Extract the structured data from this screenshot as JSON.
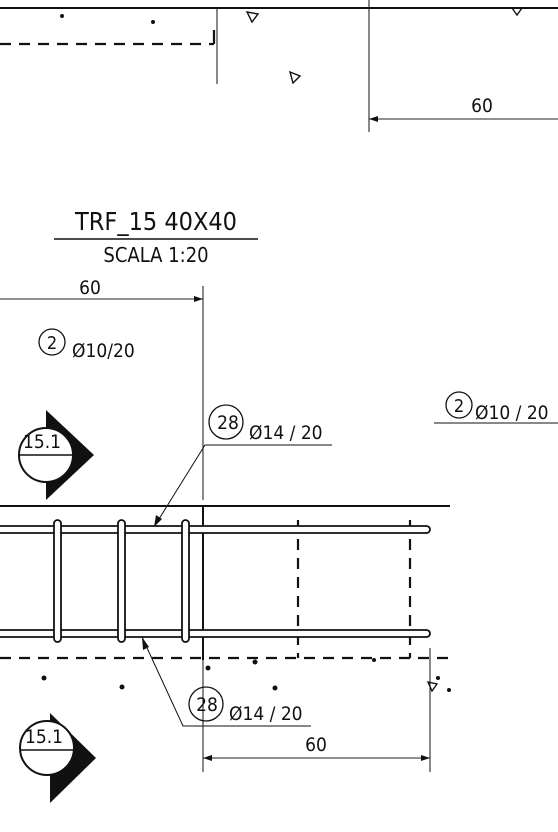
{
  "detail": {
    "title": "TRF_15 40X40",
    "scale": "SCALA 1:20"
  },
  "dimensions": {
    "top_right": "60",
    "upper_left": "60",
    "lower": "60"
  },
  "rebar_marks": {
    "stirrup_left": {
      "number": "2",
      "spec": "Ø10/20"
    },
    "stirrup_right": {
      "number": "2",
      "spec": "Ø10 / 20"
    },
    "bar_top": {
      "number": "28",
      "spec": "Ø14 / 20"
    },
    "bar_bottom": {
      "number": "28",
      "spec": "Ø14 / 20"
    }
  },
  "section_markers": {
    "upper": "15.1",
    "lower": "15.1"
  }
}
